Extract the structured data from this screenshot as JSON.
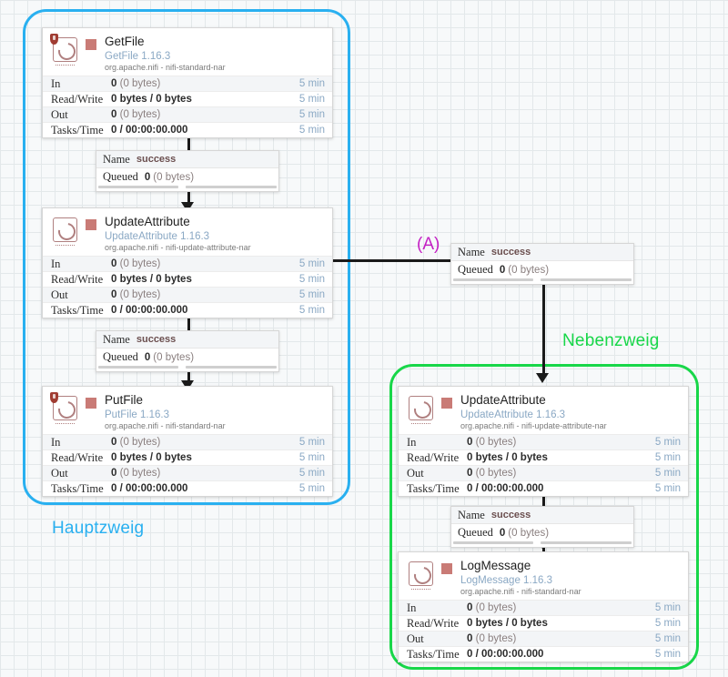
{
  "canvas": {
    "groups": [
      {
        "id": "main",
        "label": "Hauptzweig",
        "color": "#29b0f0"
      },
      {
        "id": "side",
        "label": "Nebenzweig",
        "color": "#18d749"
      }
    ],
    "junction_label": "(A)",
    "junction_color": "#c420c4"
  },
  "stat_labels": {
    "in": "In",
    "read_write": "Read/Write",
    "out": "Out",
    "tasks_time": "Tasks/Time"
  },
  "stat_values": {
    "in_count": "0",
    "in_bytes": "(0 bytes)",
    "read_write": "0 bytes / 0 bytes",
    "out_count": "0",
    "out_bytes": "(0 bytes)",
    "tasks_time": "0 / 00:00:00.000",
    "time_window": "5 min"
  },
  "connection_labels": {
    "name_key": "Name",
    "queued_key": "Queued"
  },
  "processors": [
    {
      "id": "getfile",
      "name": "GetFile",
      "type": "GetFile 1.16.3",
      "bundle": "org.apache.nifi - nifi-standard-nar",
      "secure": true,
      "status_color": "#c97b76"
    },
    {
      "id": "updateattribute-main",
      "name": "UpdateAttribute",
      "type": "UpdateAttribute 1.16.3",
      "bundle": "org.apache.nifi - nifi-update-attribute-nar",
      "secure": false,
      "status_color": "#c97b76"
    },
    {
      "id": "putfile",
      "name": "PutFile",
      "type": "PutFile 1.16.3",
      "bundle": "org.apache.nifi - nifi-standard-nar",
      "secure": true,
      "status_color": "#c97b76"
    },
    {
      "id": "updateattribute-side",
      "name": "UpdateAttribute",
      "type": "UpdateAttribute 1.16.3",
      "bundle": "org.apache.nifi - nifi-update-attribute-nar",
      "secure": false,
      "status_color": "#c97b76"
    },
    {
      "id": "logmessage",
      "name": "LogMessage",
      "type": "LogMessage 1.16.3",
      "bundle": "org.apache.nifi - nifi-standard-nar",
      "secure": false,
      "status_color": "#c97b76"
    }
  ],
  "connections": [
    {
      "id": "getfile-to-update",
      "name": "success",
      "queued_count": "0",
      "queued_bytes": "(0 bytes)"
    },
    {
      "id": "update-to-putfile",
      "name": "success",
      "queued_count": "0",
      "queued_bytes": "(0 bytes)"
    },
    {
      "id": "update-to-side",
      "name": "success",
      "queued_count": "0",
      "queued_bytes": "(0 bytes)"
    },
    {
      "id": "side-to-logmessage",
      "name": "success",
      "queued_count": "0",
      "queued_bytes": "(0 bytes)"
    }
  ]
}
